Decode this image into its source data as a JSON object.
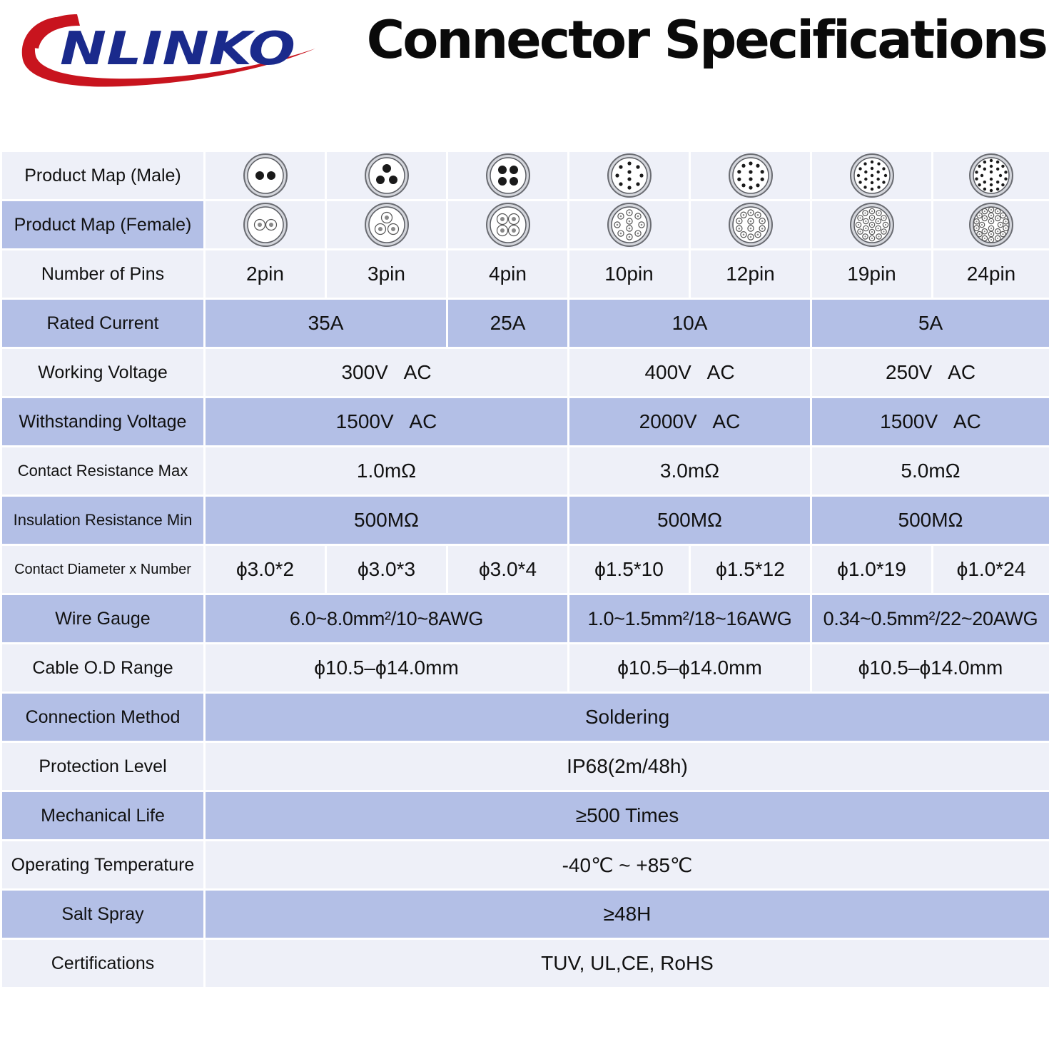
{
  "brand": {
    "logo_text": "CNLINKO",
    "logo_color": "#c8141e",
    "logo_text_color": "#1a2a8c"
  },
  "page_title": "Connector Specifications",
  "colors": {
    "row_light": "#eef0f8",
    "row_dark": "#b3bfe6",
    "border": "#ffffff"
  },
  "pin_counts": [
    2,
    3,
    4,
    10,
    12,
    19,
    24
  ],
  "rows": {
    "map_male": {
      "label": "Product Map (Male)"
    },
    "map_female": {
      "label": "Product Map (Female)"
    },
    "pins": {
      "label": "Number of Pins",
      "values": [
        "2pin",
        "3pin",
        "4pin",
        "10pin",
        "12pin",
        "19pin",
        "24pin"
      ]
    },
    "current": {
      "label": "Rated Current",
      "values": [
        "35A",
        "25A",
        "10A",
        "5A"
      ]
    },
    "working_voltage": {
      "label": "Working Voltage",
      "values": [
        "300V   AC",
        "400V   AC",
        "250V   AC"
      ]
    },
    "withstanding_voltage": {
      "label": "Withstanding Voltage",
      "values": [
        "1500V   AC",
        "2000V   AC",
        "1500V   AC"
      ]
    },
    "contact_resistance": {
      "label": "Contact Resistance Max",
      "values": [
        "1.0mΩ",
        "3.0mΩ",
        "5.0mΩ"
      ]
    },
    "insulation_resistance": {
      "label": "Insulation Resistance Min",
      "values": [
        "500MΩ",
        "500MΩ",
        "500MΩ"
      ]
    },
    "contact_diameter": {
      "label": "Contact Diameter x Number",
      "values": [
        "ϕ3.0*2",
        "ϕ3.0*3",
        "ϕ3.0*4",
        "ϕ1.5*10",
        "ϕ1.5*12",
        "ϕ1.0*19",
        "ϕ1.0*24"
      ]
    },
    "wire_gauge": {
      "label": "Wire Gauge",
      "values": [
        "6.0~8.0mm²/10~8AWG",
        "1.0~1.5mm²/18~16AWG",
        "0.34~0.5mm²/22~20AWG"
      ]
    },
    "cable_od": {
      "label": "Cable O.D Range",
      "values": [
        "ϕ10.5–ϕ14.0mm",
        "ϕ10.5–ϕ14.0mm",
        "ϕ10.5–ϕ14.0mm"
      ]
    },
    "connection": {
      "label": "Connection Method",
      "value": "Soldering"
    },
    "protection": {
      "label": "Protection Level",
      "value": "IP68(2m/48h)"
    },
    "mech_life": {
      "label": "Mechanical Life",
      "value": "≥500 Times"
    },
    "op_temp": {
      "label": "Operating Temperature",
      "value": "-40℃ ~ +85℃"
    },
    "salt_spray": {
      "label": "Salt Spray",
      "value": "≥48H"
    },
    "certifications": {
      "label": "Certifications",
      "value": "TUV, UL,CE, RoHS"
    }
  }
}
